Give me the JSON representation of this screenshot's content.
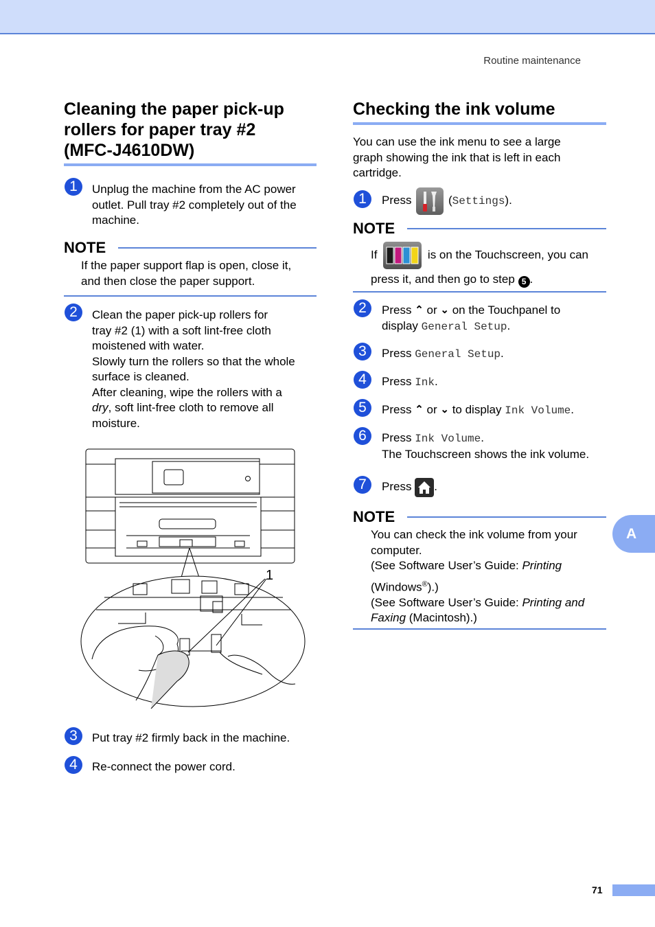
{
  "header": {
    "running_title": "Routine maintenance"
  },
  "left": {
    "title_lines": [
      "Cleaning the paper pick-up",
      "rollers for paper tray #2",
      "(MFC-J4610DW)"
    ],
    "step1": {
      "num": "1",
      "lines": [
        "Unplug the machine from the AC power",
        "outlet. Pull tray #2 completely out of the",
        "machine."
      ]
    },
    "note1": {
      "heading": "NOTE",
      "lines": [
        "If the paper support flap is open, close it,",
        "and then close the paper support."
      ]
    },
    "step2": {
      "num": "2",
      "line1": "Clean the paper pick-up rollers for",
      "line2": "tray #2 (1) with a soft lint-free cloth",
      "line3": "moistened with water.",
      "line4": "Slowly turn the rollers so that the whole",
      "line5": "surface is cleaned.",
      "line6": "After cleaning, wipe the rollers with a",
      "line7_italic": "dry",
      "line7_rest": ", soft lint-free cloth to remove all",
      "line8": "moisture."
    },
    "callout_label": "1",
    "step3": {
      "num": "3",
      "text": "Put tray #2 firmly back in the machine."
    },
    "step4": {
      "num": "4",
      "text": "Re-connect the power cord."
    }
  },
  "right": {
    "title": "Checking the ink volume",
    "intro_lines": [
      "You can use the ink menu to see a large",
      "graph showing the ink that is left in each",
      "cartridge."
    ],
    "step1": {
      "num": "1",
      "press": "Press",
      "paren_open": "(",
      "mono": "Settings",
      "paren_close": ")."
    },
    "note1": {
      "heading": "NOTE",
      "if": "If",
      "after_icon": "is on the Touchscreen, you can",
      "line2": "press it, and then go to step",
      "step_ref": "5",
      "end": "."
    },
    "step2": {
      "num": "2",
      "press": "Press",
      "or": "or",
      "rest": "on the Touchpanel to",
      "display": "display",
      "mono": "General Setup",
      "end": "."
    },
    "step3": {
      "num": "3",
      "press": "Press",
      "mono": "General Setup",
      "end": "."
    },
    "step4": {
      "num": "4",
      "press": "Press",
      "mono": "Ink",
      "end": "."
    },
    "step5": {
      "num": "5",
      "press": "Press",
      "or": "or",
      "rest": "to display",
      "mono": "Ink Volume",
      "end": "."
    },
    "step6": {
      "num": "6",
      "press": "Press",
      "mono": "Ink Volume",
      "end": ".",
      "line2": "The Touchscreen shows the ink volume."
    },
    "step7": {
      "num": "7",
      "press": "Press",
      "end": "."
    },
    "note2": {
      "heading": "NOTE",
      "line1": "You can check the ink volume from your",
      "line2": "computer.",
      "line3a": "(See Software User’s Guide: ",
      "line3b_italic": "Printing",
      "line4a": "(Windows",
      "line4_sup": "®",
      "line4b": ").)",
      "line5a": "(See Software User’s Guide: ",
      "line5b_italic": "Printing and",
      "line6a_italic": "Faxing",
      "line6b": " (Macintosh).)"
    }
  },
  "side_tab": "A",
  "footer": {
    "page_number": "71"
  },
  "colors": {
    "accent_blue": "#1f50d9",
    "rule_blue": "#8bacf3",
    "band": "#cfddfb"
  },
  "icons": {
    "settings": "tools-icon",
    "ink": "ink-cartridges-icon",
    "home": "home-icon"
  }
}
